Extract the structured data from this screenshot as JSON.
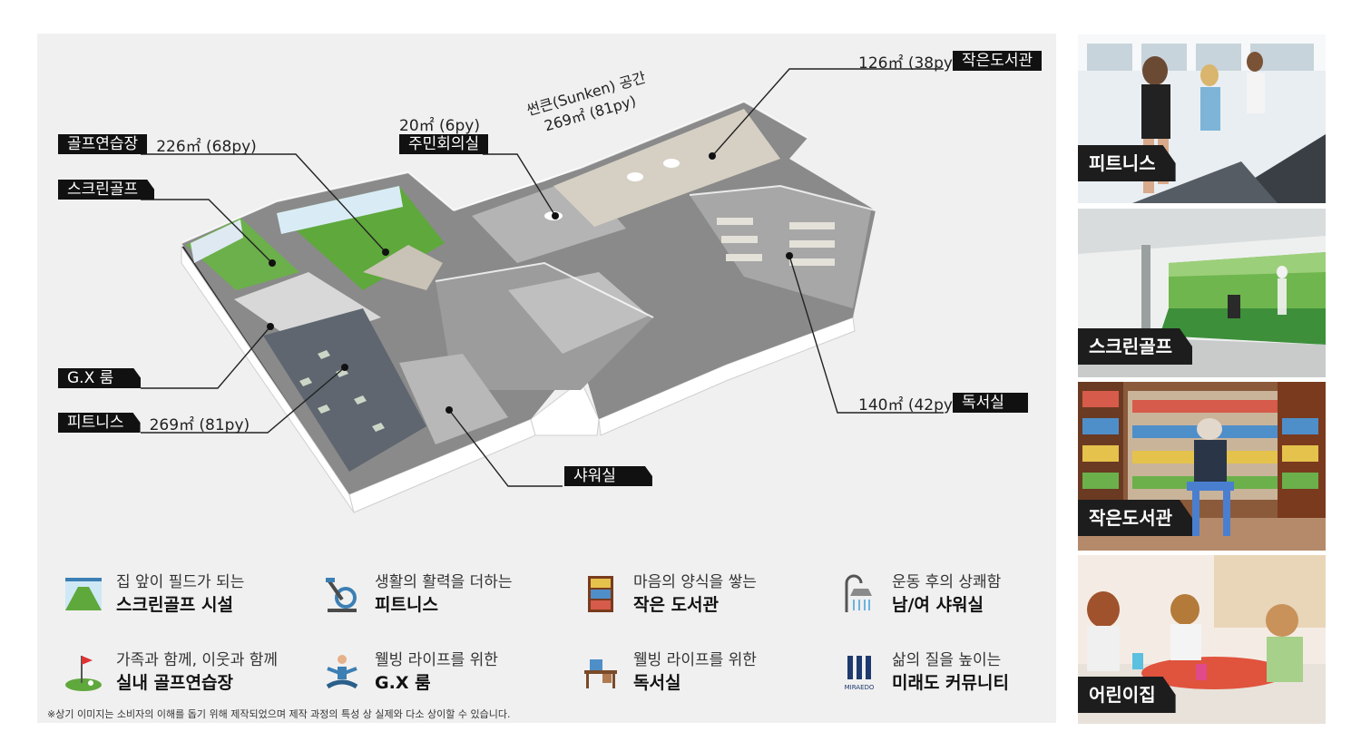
{
  "callouts": {
    "golf_practice": {
      "label": "골프연습장",
      "area": "226㎡ (68py)"
    },
    "screen_golf": {
      "label": "스크린골프"
    },
    "gx_room": {
      "label": "G.X 룸"
    },
    "fitness": {
      "label": "피트니스",
      "area": "269㎡ (81py)"
    },
    "resident_meeting": {
      "area": "20㎡ (6py)",
      "label": "주민회의실"
    },
    "sunken": {
      "line1": "썬큰(Sunken) 공간",
      "line2": "269㎡ (81py)"
    },
    "small_library": {
      "area": "126㎡ (38py",
      "label": "작은도서관"
    },
    "reading_room": {
      "area": "140㎡ (42py",
      "label": "독서실"
    },
    "shower": {
      "label": "샤워실"
    }
  },
  "features": [
    {
      "icon": "golf-field-icon",
      "line1": "집 앞이 필드가 되는",
      "line2": "스크린골프 시설"
    },
    {
      "icon": "exercise-bike-icon",
      "line1": "생활의 활력을 더하는",
      "line2": "피트니스"
    },
    {
      "icon": "bookshelf-icon",
      "line1": "마음의 양식을 쌓는",
      "line2": "작은 도서관"
    },
    {
      "icon": "shower-icon",
      "line1": "운동 후의 상쾌함",
      "line2": "남/여 샤워실"
    },
    {
      "icon": "golf-flag-icon",
      "line1": "가족과 함께, 이웃과 함께",
      "line2": "실내 골프연습장"
    },
    {
      "icon": "yoga-icon",
      "line1": "웰빙 라이프를 위한",
      "line2": "G.X 룸"
    },
    {
      "icon": "desk-icon",
      "line1": "웰빙 라이프를 위한",
      "line2": "독서실"
    },
    {
      "icon": "miraedo-logo-icon",
      "logo_text": "MIRAEDO",
      "line1": "삶의 질을 높이는",
      "line2": "미래도 커뮤니티"
    }
  ],
  "note": "※상기 이미지는 소비자의 이해를 돕기 위해 제작되었으며 제작 과정의 특성 상 실제와 다소 상이할 수 있습니다.",
  "photos": [
    {
      "label": "피트니스"
    },
    {
      "label": "스크린골프"
    },
    {
      "label": "작은도서관"
    },
    {
      "label": "어린이집"
    }
  ],
  "colors": {
    "panel": "#f0f0f0",
    "tag": "#111111",
    "grass": "#5fa83c"
  }
}
